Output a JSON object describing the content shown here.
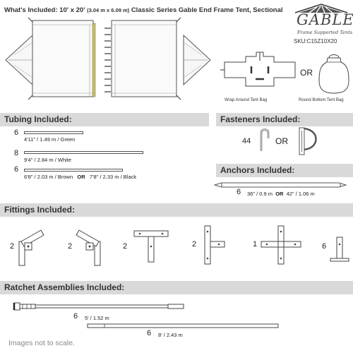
{
  "header": {
    "title_prefix": "What's Included: 10' x 20'",
    "title_metric": "(3.04 m x 6.09 m)",
    "title_suffix": "Classic Series Gable End Frame Tent, Sectional"
  },
  "logo": {
    "word": "GABLE",
    "tagline": "Frame Supported Tents",
    "sku": "SKU:C15Z10X20"
  },
  "bags": {
    "wrap_label": "Wrap Around Tent Bag",
    "or": "OR",
    "round_label": "Round Bottom Tent Bag"
  },
  "tubing": {
    "heading": "Tubing Included:",
    "items": [
      {
        "qty": "6",
        "label": "4'11\" / 1.49 m  /  Green"
      },
      {
        "qty": "8",
        "label": "9'4\" / 2.84 m  /  White"
      },
      {
        "qty": "6",
        "label_a": "6'8\" / 2.03 m  /  Brown",
        "or": "OR",
        "label_b": "7'8\" / 2.33 m  /  Black"
      }
    ]
  },
  "fasteners": {
    "heading": "Fasteners Included:",
    "qty": "44",
    "or": "OR"
  },
  "anchors": {
    "heading": "Anchors Included:",
    "qty": "6",
    "label_a": "36\" / 0.9 m",
    "or": "OR",
    "label_b": "42\" / 1.06 m"
  },
  "fittings": {
    "heading": "Fittings Included:",
    "qtys": [
      "2",
      "2",
      "2",
      "2",
      "1",
      "6"
    ]
  },
  "ratchets": {
    "heading": "Ratchet Assemblies Included:",
    "items": [
      {
        "qty": "6",
        "label": "5' / 1.52 m"
      },
      {
        "qty": "6",
        "label": "8' / 2.43 m"
      }
    ]
  },
  "note": "Images not to scale."
}
